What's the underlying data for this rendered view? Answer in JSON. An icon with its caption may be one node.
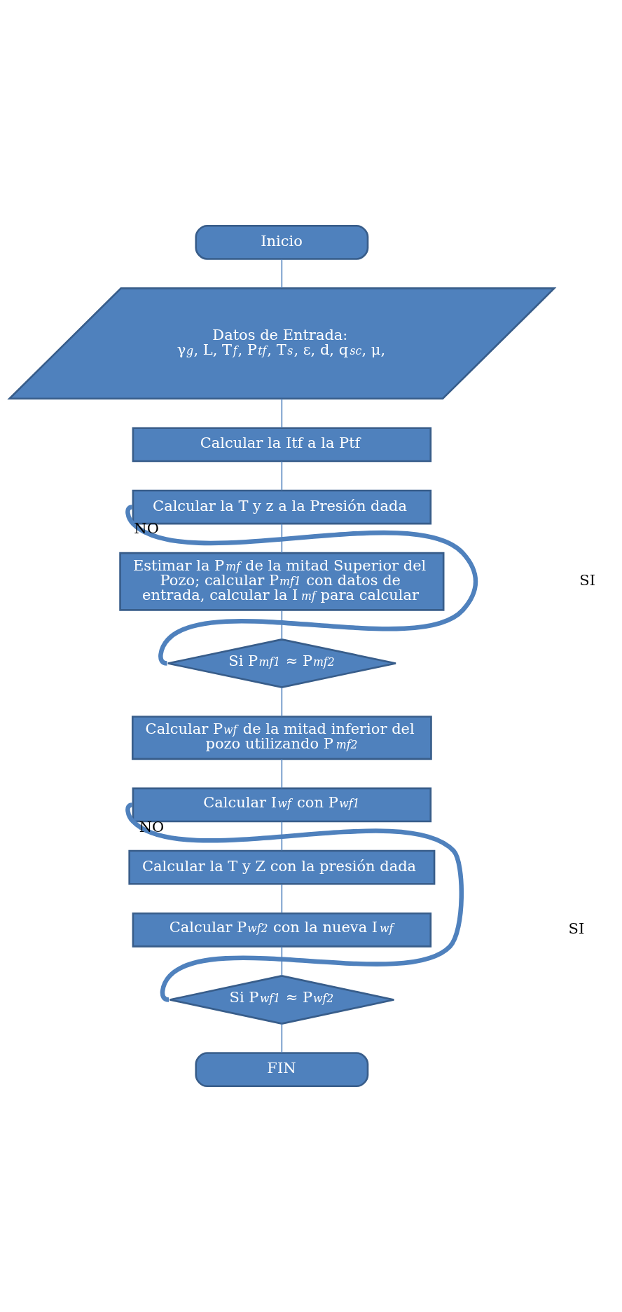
{
  "diagram": {
    "nodes": [
      {
        "text": [
          "Inicio"
        ]
      },
      {
        "text": [
          "Datos de Entrada:",
          "γ$_{g}$, L, T$_{f}$, P$_{tf}$, T$_{s}$, ε, d, q$_{sc}$, μ,"
        ]
      },
      {
        "text": [
          "Calcular la Itf a la Ptf"
        ]
      },
      {
        "text": [
          "Calcular la T y z a la Presión dada"
        ]
      },
      {
        "text": [
          "Estimar la P$_{mf}$ de la mitad Superior del Pozo; calcular P$_{mf1}$ con datos de entrada, calcular la I$_{mf}$ para calcular"
        ]
      },
      {
        "text": [
          "Si P$_{mf1}$ ≈ P$_{mf2}$"
        ]
      },
      {
        "text": [
          "Calcular P$_{wf}$ de la mitad inferior del pozo utilizando P$_{mf2}$"
        ]
      },
      {
        "text": [
          "Calcular I$_{wf}$ con P$_{wf1}$"
        ]
      },
      {
        "text": [
          "Calcular la T y Z con la presión dada"
        ]
      },
      {
        "text": [
          "Calcular P$_{wf2}$ con la nueva I$_{wf}$"
        ]
      },
      {
        "text": [
          "Si P$_{wf1}$ ≈ P$_{wf2}$"
        ]
      },
      {
        "text": [
          "FIN"
        ]
      }
    ],
    "edges": [
      {
        "from": 0,
        "to": 1,
        "arrow": "none"
      },
      {
        "from": 1,
        "to": 2,
        "arrow": "none"
      },
      {
        "from": 2,
        "to": 3,
        "arrow": "none"
      },
      {
        "from": 3,
        "to": 4,
        "arrow": "none"
      },
      {
        "from": 4,
        "to": 5,
        "arrow": "none"
      },
      {
        "from": 5,
        "to": 3,
        "arrow": "none",
        "label": "NO",
        "style": "thick"
      },
      {
        "from": 5,
        "to": 6,
        "arrow": "none"
      },
      {
        "from": 6,
        "to": 7,
        "arrow": "none"
      },
      {
        "from": 7,
        "to": 8,
        "arrow": "none"
      },
      {
        "from": 8,
        "to": 9,
        "arrow": "none"
      },
      {
        "from": 9,
        "to": 10,
        "arrow": "none"
      },
      {
        "from": 10,
        "to": 7,
        "arrow": "none",
        "label": "NO",
        "style": "thick"
      },
      {
        "from": 10,
        "to": 11,
        "arrow": "none"
      }
    ],
    "labels": [
      "SI",
      "SI"
    ]
  }
}
